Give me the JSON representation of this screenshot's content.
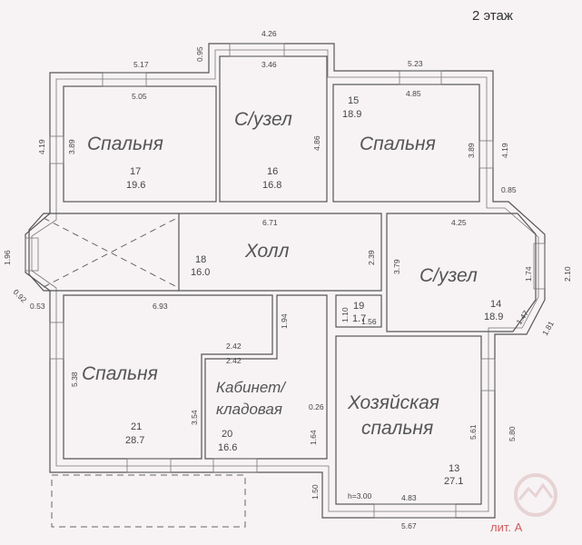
{
  "title": "2 этаж",
  "lit_label": "лит. А",
  "ceiling_height": "h=3.00",
  "rooms": [
    {
      "id": "17",
      "name": "Спальня",
      "area": "19.6"
    },
    {
      "id": "16",
      "name": "С/узел",
      "area": "16.8"
    },
    {
      "id": "15",
      "name": "Спальня",
      "area": "18.9"
    },
    {
      "id": "18",
      "name": "Холл",
      "area": "16.0"
    },
    {
      "id": "14",
      "name": "С/узел",
      "area": "18.9"
    },
    {
      "id": "19",
      "name": "",
      "area": "1.7"
    },
    {
      "id": "21",
      "name": "Спальня",
      "area": "28.7"
    },
    {
      "id": "20",
      "name_line1": "Кабинет/",
      "name_line2": "кладовая",
      "area": "16.6"
    },
    {
      "id": "13",
      "name_line1": "Хозяйская",
      "name_line2": "спальня",
      "area": "27.1"
    }
  ],
  "dimensions": {
    "d426": "4.26",
    "d346": "3.46",
    "d095": "0.95",
    "d517": "5.17",
    "d505": "5.05",
    "d419a": "4.19",
    "d389a": "3.89",
    "d486": "4.86",
    "d523": "5.23",
    "d485": "4.85",
    "d389b": "3.89",
    "d419b": "4.19",
    "d085": "0.85",
    "d671": "6.71",
    "d239": "2.39",
    "d379": "3.79",
    "d425": "4.25",
    "d174": "1.74",
    "d210": "2.10",
    "d147": "1.47",
    "d181": "1.81",
    "d196": "1.96",
    "d092": "0.92",
    "d053": "0.53",
    "d693": "6.93",
    "d194": "1.94",
    "d110": "1.10",
    "d156": "1.56",
    "d242a": "2.42",
    "d242b": "2.42",
    "d538": "5.38",
    "d354": "3.54",
    "d026": "0.26",
    "d164": "1.64",
    "d561": "5.61",
    "d580": "5.80",
    "d150": "1.50",
    "d483": "4.83",
    "d567": "5.67"
  },
  "colors": {
    "wall": "#555555",
    "stamp": "#d05a5a"
  }
}
